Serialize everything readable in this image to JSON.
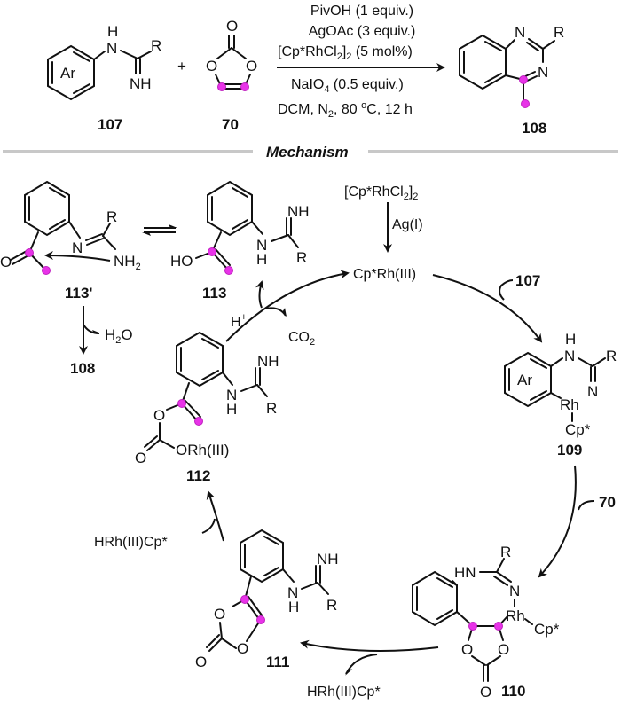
{
  "reaction": {
    "reactant_1": {
      "id": "107",
      "labels": {
        "ring": "Ar",
        "nh_top": "H",
        "n": "N",
        "r": "R",
        "imine": "NH"
      }
    },
    "plus": "+",
    "reactant_2": {
      "id": "70",
      "labels": {
        "o_top": "O",
        "o_left": "O",
        "o_right": "O"
      }
    },
    "conditions": {
      "line1": "PivOH (1 equiv.)",
      "line2": "AgOAc (3 equiv.)",
      "line3": "[Cp*RhCl",
      "line3_sub": "2",
      "line3_mid": "]",
      "line3_sub2": "2",
      "line3_end": " (5 mol%)",
      "line4": "NaIO",
      "line4_sub": "4",
      "line4_end": " (0.5 equiv.)",
      "line5": "DCM, N",
      "line5_sub": "2",
      "line5_mid": ", 80 ",
      "line5_sup": "o",
      "line5_end": "C, 12 h"
    },
    "product": {
      "id": "108",
      "labels": {
        "n1": "N",
        "n3": "N",
        "r": "R"
      }
    }
  },
  "section_title": "Mechanism",
  "mechanism": {
    "catalyst_precursor": {
      "text": "[Cp*RhCl",
      "sub": "2",
      "mid": "]",
      "sub2": "2"
    },
    "activator": "Ag(I)",
    "active_catalyst": "Cp*Rh(III)",
    "reagent_in_1": "107",
    "reagent_in_2": "70",
    "byproduct_co2": {
      "text": "CO",
      "sub": "2"
    },
    "proton": {
      "text": "H",
      "sup": "+"
    },
    "water": {
      "text": "H",
      "sub": "2",
      "end": "O"
    },
    "hydride_1": "HRh(III)Cp*",
    "hydride_2": "HRh(III)Cp*",
    "compounds": [
      {
        "id": "113'",
        "labels": {
          "o": "O",
          "n": "N",
          "r": "R",
          "nh2": "NH",
          "nh2_sub": "2"
        }
      },
      {
        "id": "113",
        "labels": {
          "ho": "HO",
          "nh": "NH",
          "n": "N",
          "h": "H",
          "r": "R"
        }
      },
      {
        "id": "108"
      },
      {
        "id": "109",
        "labels": {
          "ring": "Ar",
          "h": "H",
          "n1": "N",
          "n2": "N",
          "r": "R",
          "rh": "Rh",
          "cp": "Cp*"
        }
      },
      {
        "id": "110",
        "labels": {
          "hn": "HN",
          "n": "N",
          "r": "R",
          "rh": "Rh",
          "cp": "Cp*",
          "o1": "O",
          "o2": "O",
          "o3": "O"
        }
      },
      {
        "id": "111",
        "labels": {
          "nh": "NH",
          "n": "N",
          "h": "H",
          "r": "R",
          "o1": "O",
          "o2": "O",
          "o3": "O"
        }
      },
      {
        "id": "112",
        "labels": {
          "o1": "O",
          "o2": "O",
          "orh": "ORh(III)",
          "nh": "NH",
          "n": "N",
          "h": "H",
          "r": "R"
        }
      }
    ]
  },
  "colors": {
    "highlight": "#e833e8",
    "rule": "#c8c8c8",
    "ink": "#111111"
  }
}
